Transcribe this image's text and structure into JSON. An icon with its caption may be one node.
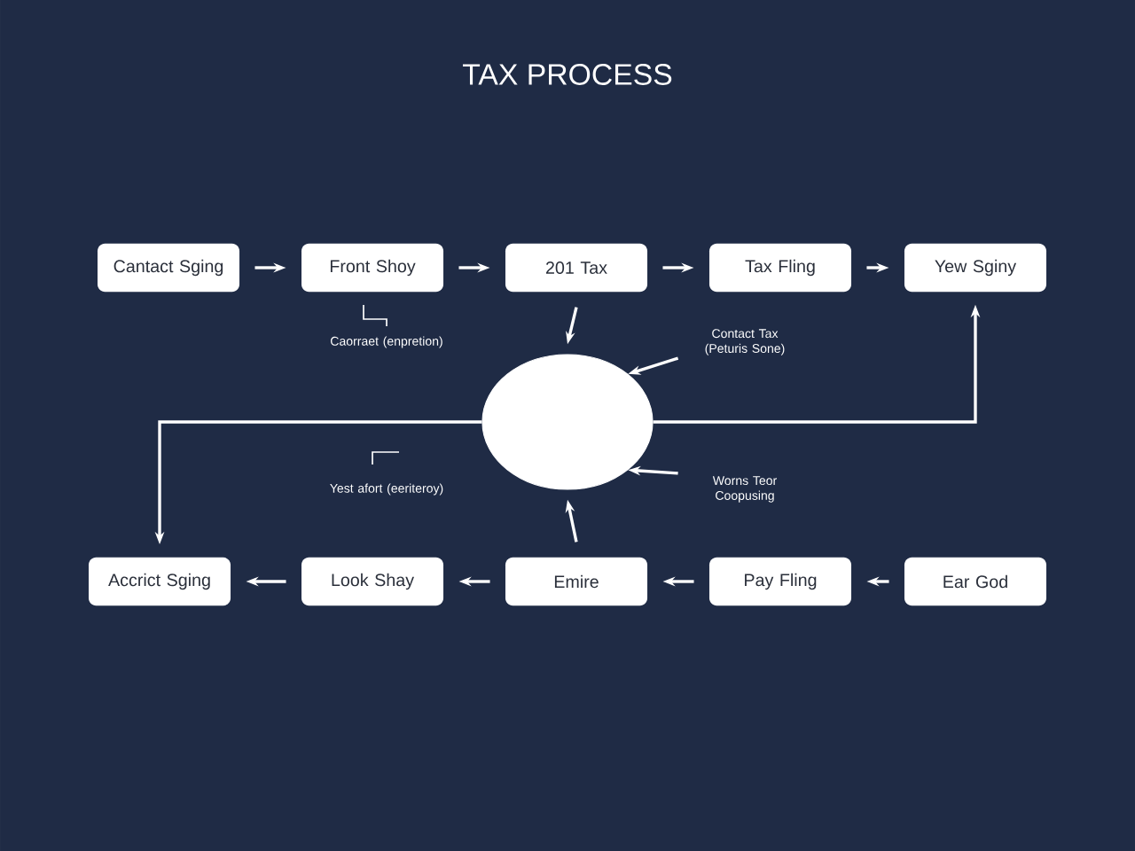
{
  "diagram": {
    "title": "TAX PROCESS",
    "nodes": [
      {
        "text": [
          "Cantact Sging"
        ]
      },
      {
        "text": [
          "Front Shoy"
        ]
      },
      {
        "text": [
          "201 Tax"
        ]
      },
      {
        "text": [
          "Tax Fling"
        ]
      },
      {
        "text": [
          "Yew Sginy"
        ]
      },
      {
        "text": [
          "Caorraet (enpretion)"
        ]
      },
      {
        "text": [
          "Contact Tax (Peturis Sone)"
        ]
      },
      {
        "text": [],
        "shape": "circle"
      },
      {
        "text": [
          "Yest afort (eeriteroy)"
        ]
      },
      {
        "text": [
          "Worns Teor Coopusing"
        ]
      },
      {
        "text": [
          "Accrict Sging"
        ]
      },
      {
        "text": [
          "Look Shay"
        ]
      },
      {
        "text": [
          "Emire"
        ]
      },
      {
        "text": [
          "Pay Fling"
        ]
      },
      {
        "text": [
          "Ear God"
        ]
      }
    ],
    "edges": [
      {
        "from": 0,
        "to": 1,
        "arrow": "to"
      },
      {
        "from": 1,
        "to": 2,
        "arrow": "to"
      },
      {
        "from": 2,
        "to": 3,
        "arrow": "to"
      },
      {
        "from": 3,
        "to": 4,
        "arrow": "to"
      },
      {
        "from": 2,
        "to": 7,
        "arrow": "to"
      },
      {
        "from": 6,
        "to": 7,
        "arrow": "to"
      },
      {
        "from": 9,
        "to": 7,
        "arrow": "to"
      },
      {
        "from": 7,
        "to": 4,
        "arrow": "to"
      },
      {
        "from": 7,
        "to": 10,
        "arrow": "to"
      },
      {
        "from": 12,
        "to": 7,
        "arrow": "to"
      },
      {
        "from": 14,
        "to": 13,
        "arrow": "to"
      },
      {
        "from": 13,
        "to": 12,
        "arrow": "to"
      },
      {
        "from": 12,
        "to": 11,
        "arrow": "to"
      },
      {
        "from": 11,
        "to": 10,
        "arrow": "to"
      }
    ]
  }
}
